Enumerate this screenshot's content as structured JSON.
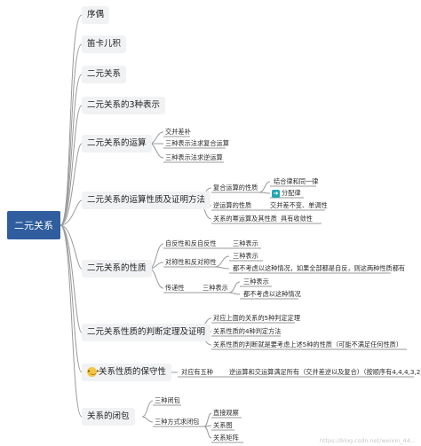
{
  "root": "二元关系",
  "branches": {
    "b1": "序偶",
    "b2": "笛卡儿积",
    "b3": "二元关系",
    "b4": "二元关系的3种表示",
    "b5": "二元关系的运算",
    "b6": "二元关系的运算性质及证明方法",
    "b7": "二元关系的性质",
    "b8": "二元关系性质的判断定理及证明",
    "b9": "关系性质的保守性",
    "b10": "关系的闭包"
  },
  "ops": {
    "c1": "交并差补",
    "c2": "三种表示法求复合运算",
    "c3": "三种表示法求逆运算"
  },
  "opprops": {
    "c1": "复合运算的性质",
    "c1a": "结合律和同一律",
    "c1b": "分配律",
    "c2": "逆运算的性质",
    "c2a": "交并差不变、单调性",
    "c3": "关系的幂运算及其性质",
    "c3a": "具有收敛性"
  },
  "props": {
    "c1": "自反性和反自反性",
    "c1a": "三种表示",
    "c2": "对称性和反对称性",
    "c2a": "三种表示",
    "c2b": "都不考虑以这种情况，如果全部都是自反，则这两种性质都有",
    "c3": "传递性",
    "c3a": "三种表示",
    "c3a1": "三种表示",
    "c3a2": "都不考虑以这种情况"
  },
  "judge": {
    "c1": "对应上面的关系的5种判定定理",
    "c2": "关系性质的4种判定方法",
    "c3": "关系性质的判断就是要考虑上述5种的性质（可能不满足任何性质）"
  },
  "conserve": {
    "c1": "对应有五种",
    "c1a": "逆运算和交运算满足所有（交并差逆以及复合）（按顺序有4,4,4,3,2）"
  },
  "closure": {
    "c1": "三种闭包",
    "c2": "三种方式求闭包",
    "c2a": "直接观察",
    "c2b": "关系图",
    "c2c": "关系矩阵"
  },
  "icons": {
    "arrow": "arrow-right-icon",
    "face": "emoji-face-icon"
  },
  "watermark": "https://blog.csdn.net/weixin_44..."
}
